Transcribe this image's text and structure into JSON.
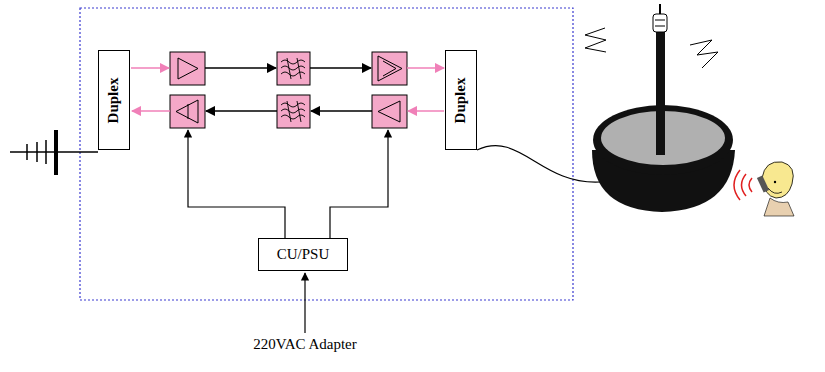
{
  "diagram": {
    "nodes": [
      {
        "text": [
          "Duplex"
        ]
      },
      {
        "text": [
          "Duplex"
        ]
      },
      {
        "text": [
          "CU/PSU"
        ]
      }
    ],
    "labels": [
      "220VAC Adapter"
    ]
  }
}
